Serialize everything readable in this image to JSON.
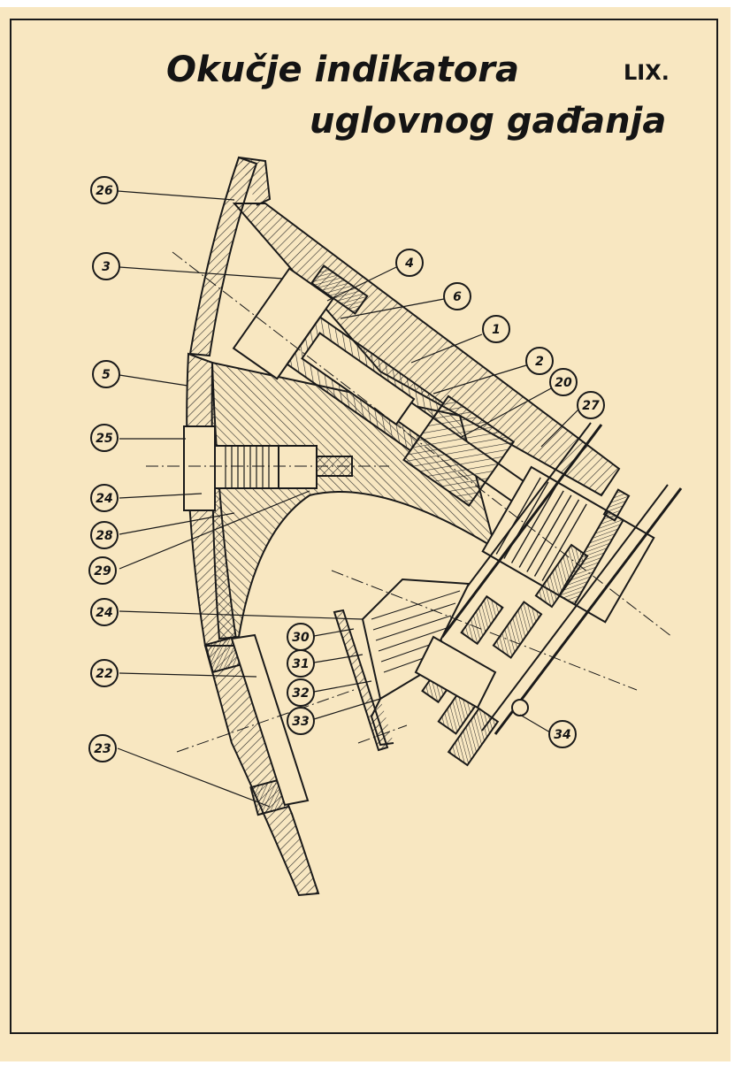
{
  "title_line1": "Okučje indikatora",
  "title_line2": "uglovnog gađanja",
  "plate_number": "LIX.",
  "colors": {
    "paper": "#f8e7c1",
    "ink": "#141414",
    "border": "#1a1a1a"
  },
  "callouts": [
    "26",
    "3",
    "4",
    "6",
    "1",
    "2",
    "20",
    "27",
    "5",
    "25",
    "24",
    "28",
    "29",
    "24",
    "30",
    "31",
    "32",
    "33",
    "22",
    "23",
    "34"
  ]
}
